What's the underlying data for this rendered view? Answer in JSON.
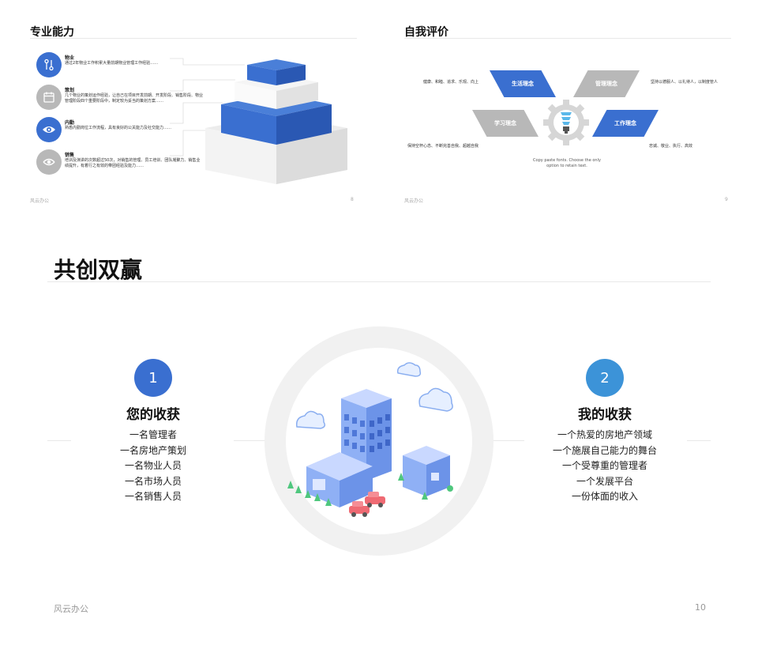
{
  "slide1": {
    "title": "专业能力",
    "footer_left": "风云办公",
    "footer_right": "8",
    "items": [
      {
        "title": "物业",
        "desc": "通过2年物业工作积累大量前期物业管理工作经验……",
        "icon": "tool-icon",
        "color": "#3a6fd0"
      },
      {
        "title": "策划",
        "desc": "几个物业的策划运作经验，让自己在项目开发前期、开发阶段、销售阶段、物业管理阶段四个重要阶段中，制定较为妥当的策划方案……",
        "icon": "calendar-icon",
        "color": "#b8b8b8"
      },
      {
        "title": "内勤",
        "desc": "熟悉内勤岗位工作流程，具有良好的公关能力及社交能力……",
        "icon": "eye-icon",
        "color": "#3a6fd0"
      },
      {
        "title": "销售",
        "desc": "培训及演讲的次数超过50次，对销售的管理、员工培训、团队凝聚力、销售业绩提升，有着行之有效的带团经验及能力……",
        "icon": "target-icon",
        "color": "#b8b8b8"
      }
    ]
  },
  "slide2": {
    "title": "自我评价",
    "footer_left": "风云办公",
    "footer_right": "9",
    "shapes": {
      "life": "生活理念",
      "manage": "管理理念",
      "learn": "学习理念",
      "work": "工作理念"
    },
    "texts": {
      "life": "健康、和睦、追求、乐观、向上",
      "manage": "坚持以德服人、以礼待人，以制度管人",
      "learn": "保持空杯心态、不断完善自我、超越自我",
      "work": "忠诚、敬业、执行、高效"
    },
    "note_line1": "Copy paste fonts. Choose the only",
    "note_line2": "option to retain text."
  },
  "slide3": {
    "title": "共创双赢",
    "left": {
      "number": "1",
      "heading": "您的收获",
      "items": [
        "一名管理者",
        "一名房地产策划",
        "一名物业人员",
        "一名市场人员",
        "一名销售人员"
      ]
    },
    "right": {
      "number": "2",
      "heading": "我的收获",
      "items": [
        "一个热爱的房地产领域",
        "一个施展自己能力的舞台",
        "一个受尊重的管理者",
        "一个发展平台",
        "一份体面的收入"
      ]
    },
    "footer_left": "风云办公",
    "footer_right": "10"
  },
  "colors": {
    "blue": "#3a6fd0",
    "light_blue": "#3c93d8",
    "gray": "#b8b8b8"
  }
}
